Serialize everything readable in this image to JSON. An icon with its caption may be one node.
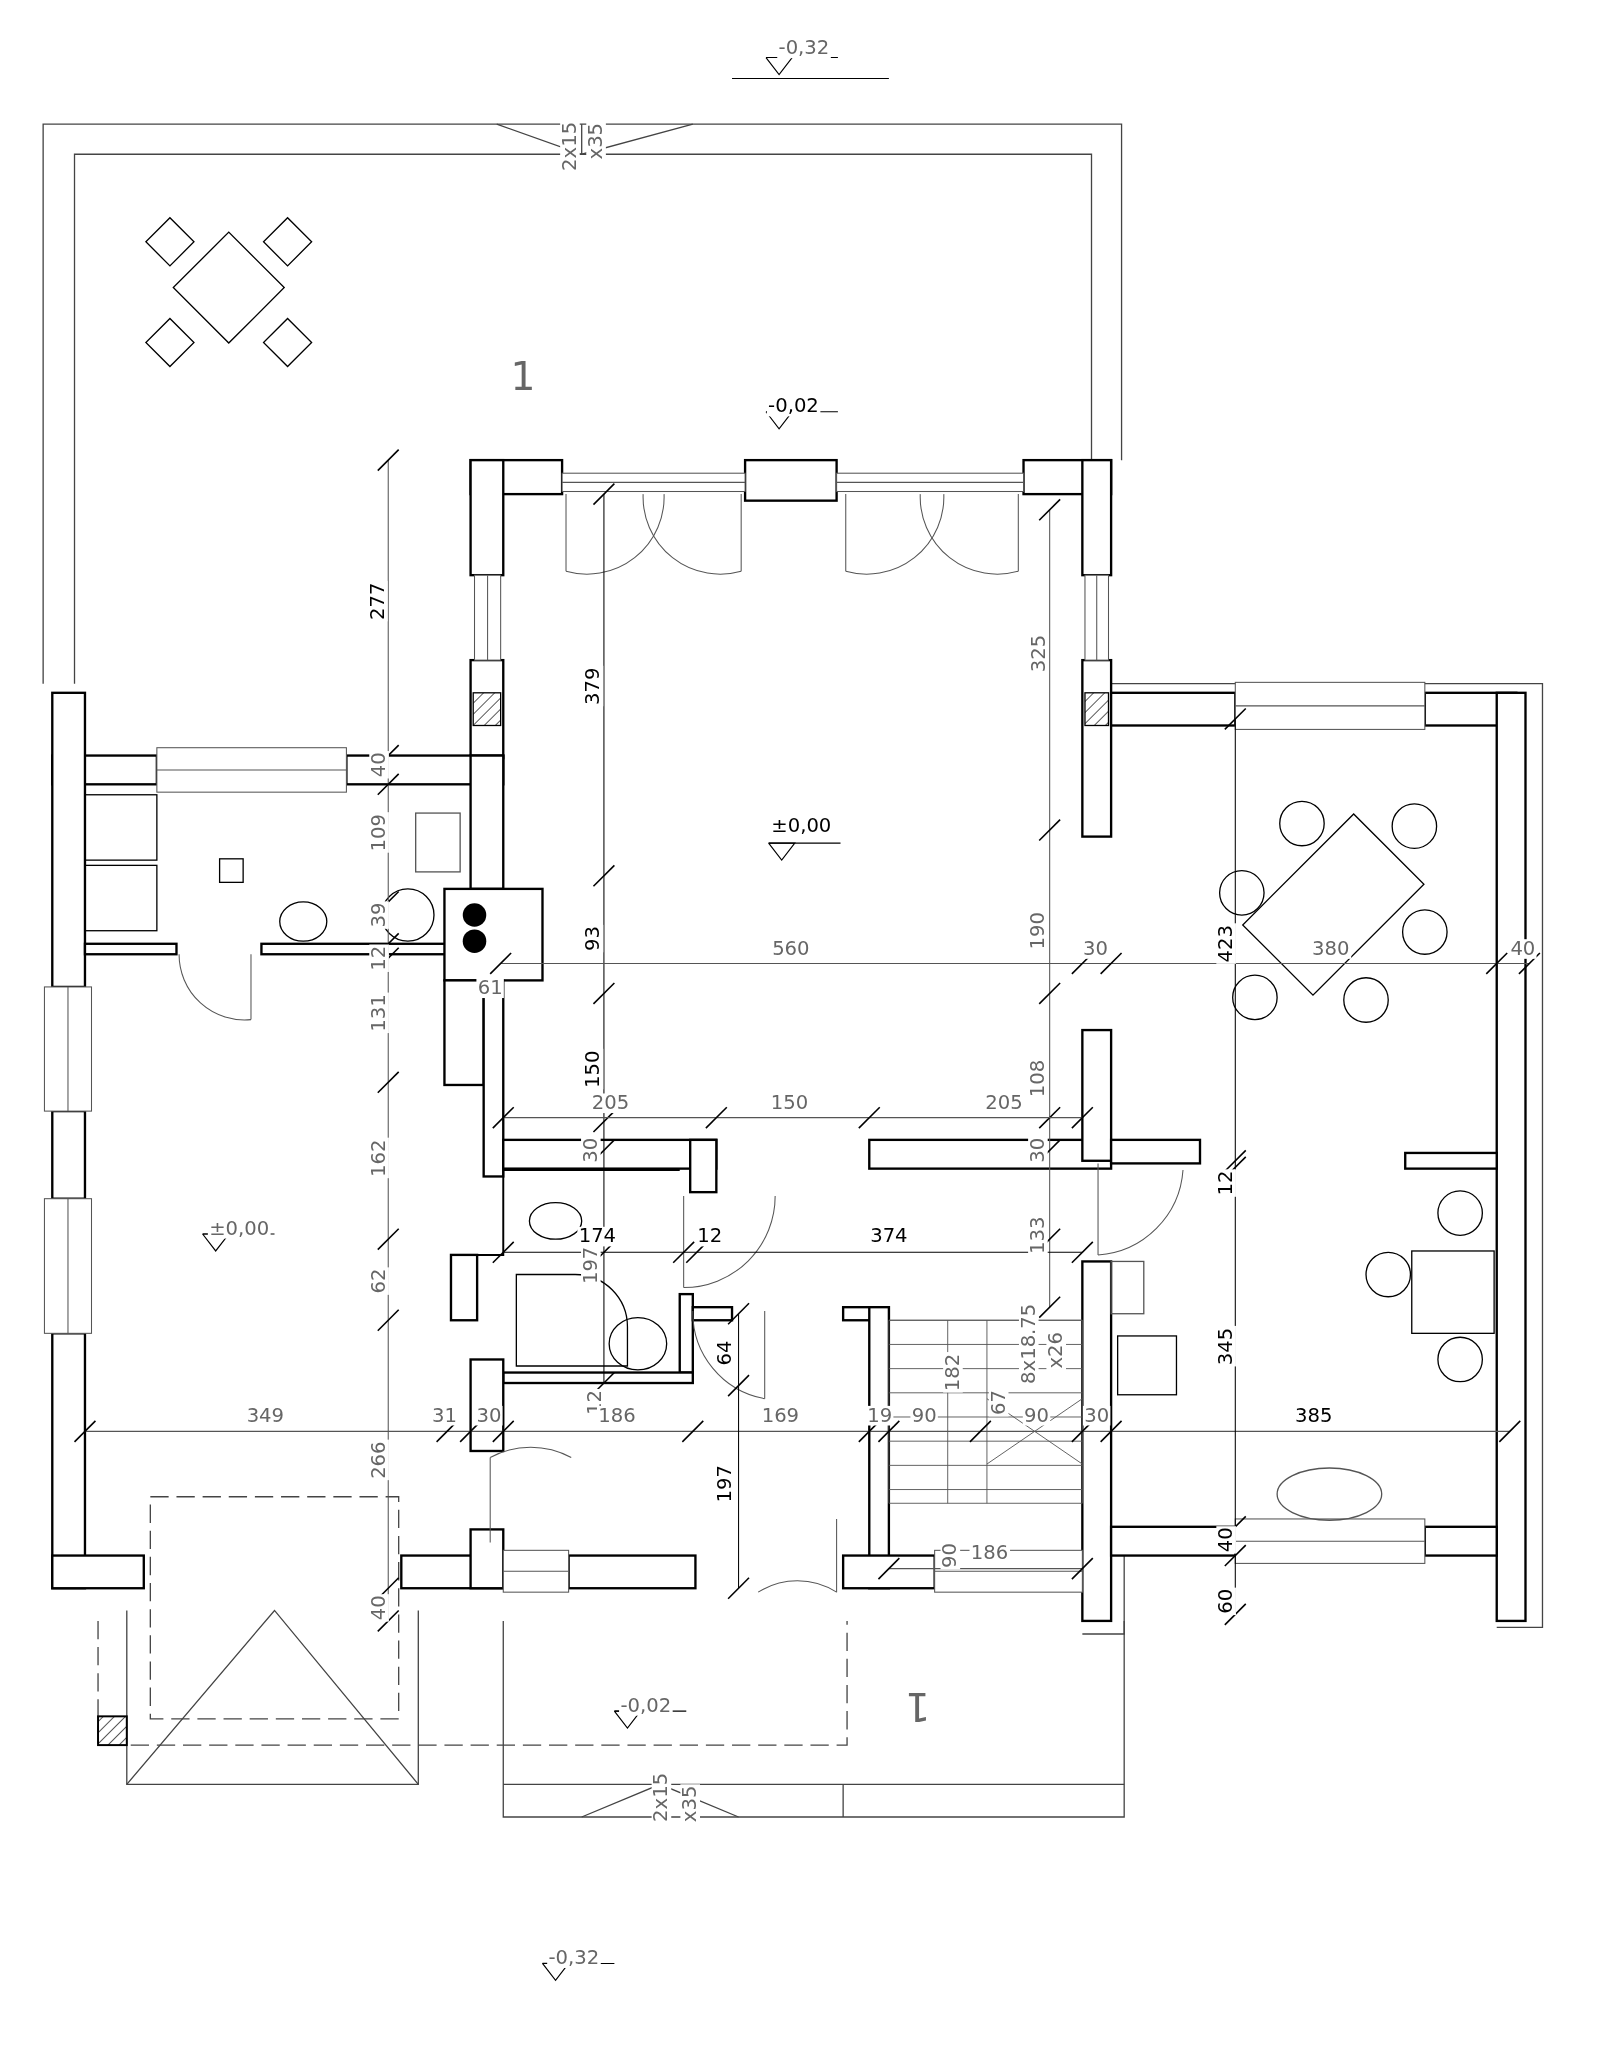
{
  "diagram": {
    "labels": [
      "-0,32",
      "2x15",
      "x35",
      "1",
      "-0,02",
      "277",
      "325",
      "379",
      "40",
      "±0,00",
      "109",
      "39",
      "190",
      "93",
      "423",
      "12",
      "560",
      "30",
      "380",
      "40",
      "61",
      "131",
      "150",
      "108",
      "205",
      "150",
      "205",
      "30",
      "30",
      "162",
      "12",
      "±0,00",
      "174",
      "12",
      "374",
      "133",
      "197",
      "62",
      "8x18.75",
      "x26",
      "345",
      "64",
      "182",
      "12",
      "67",
      "349",
      "31",
      "30",
      "186",
      "169",
      "19",
      "90",
      "90",
      "30",
      "385",
      "266",
      "197",
      "90",
      "186",
      "40",
      "40",
      "60",
      "-0,02",
      "1",
      "2x15",
      "x35",
      "-0,32"
    ]
  }
}
